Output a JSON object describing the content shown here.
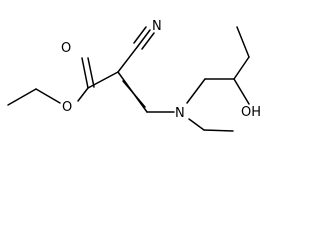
{
  "molecule": {
    "atoms": {
      "ester_ether_oxygen": "O",
      "carbonyl_oxygen": "O",
      "nitrile_nitrogen": "N",
      "amine_nitrogen": "N",
      "hydroxyl": "OH"
    }
  }
}
